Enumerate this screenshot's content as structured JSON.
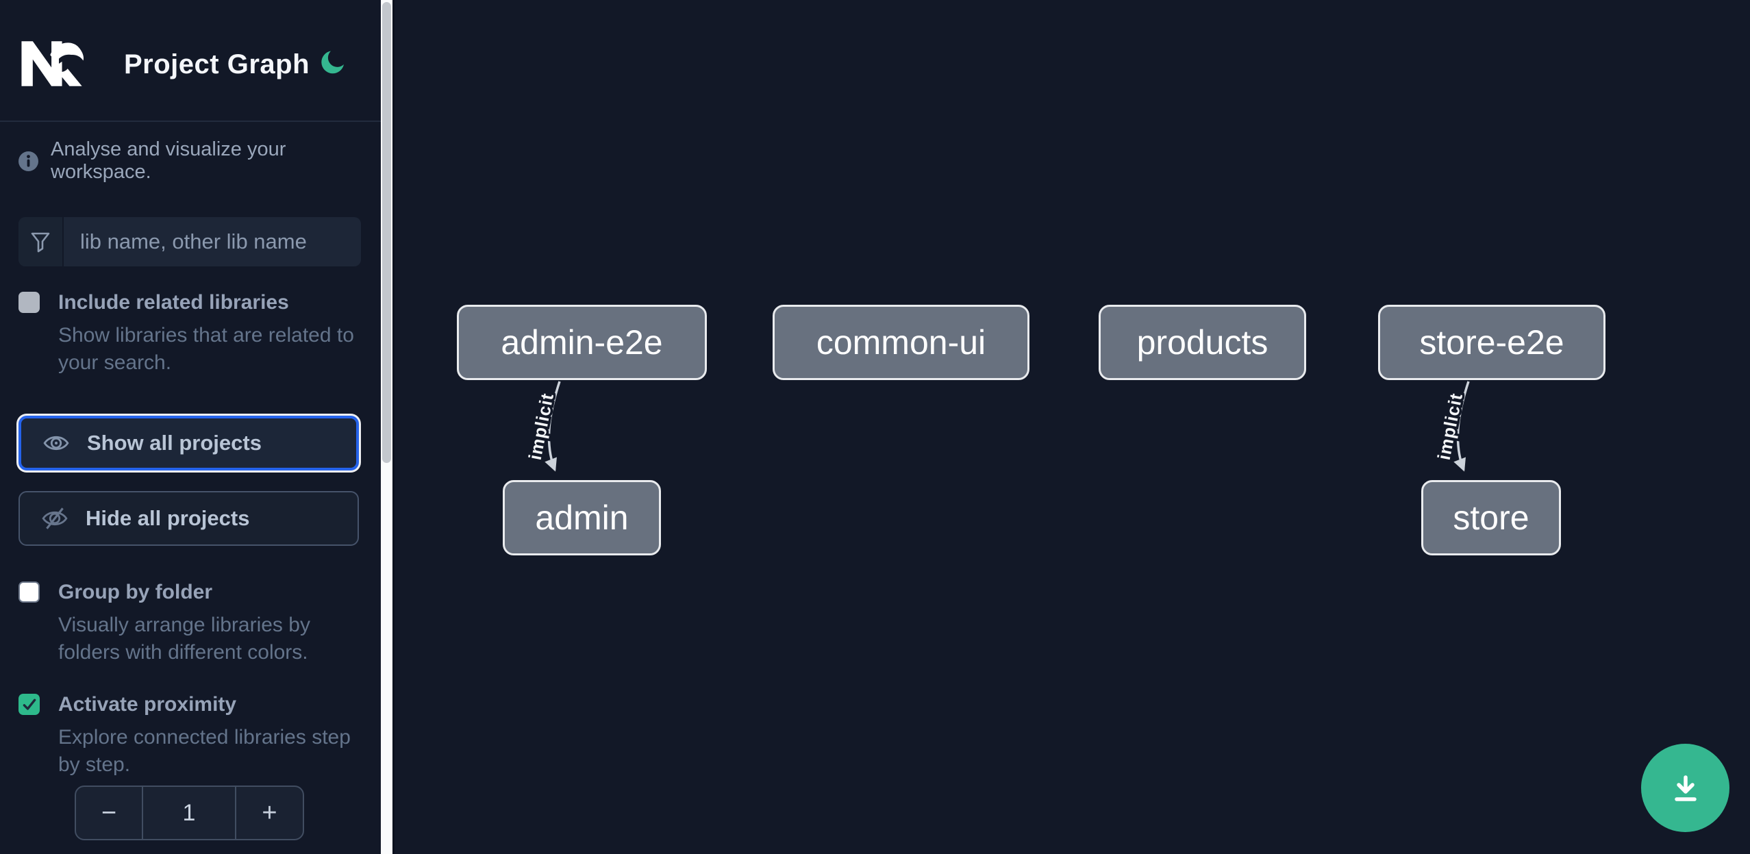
{
  "header": {
    "app_name": "Nx",
    "title": "Project Graph",
    "theme_toggle_icon": "moon-icon",
    "theme_color": "#35b790"
  },
  "sidebar": {
    "info_text": "Analyse and visualize your workspace.",
    "info_icon": "info-circle-icon",
    "filter": {
      "icon": "funnel-icon",
      "placeholder": "lib name, other lib name",
      "value": ""
    },
    "include_related": {
      "label": "Include related libraries",
      "description": "Show libraries that are related to your search.",
      "checked": false,
      "enabled": false
    },
    "show_all": {
      "label": "Show all projects",
      "icon": "eye-icon",
      "focused": true
    },
    "hide_all": {
      "label": "Hide all projects",
      "icon": "eye-off-icon"
    },
    "group_by_folder": {
      "label": "Group by folder",
      "description": "Visually arrange libraries by folders with different colors.",
      "checked": false
    },
    "activate_proximity": {
      "label": "Activate proximity",
      "description": "Explore connected libraries step by step.",
      "checked": true
    },
    "proximity_stepper": {
      "decrement": "−",
      "value": "1",
      "increment": "+"
    }
  },
  "graph": {
    "nodes": [
      {
        "label": "admin-e2e"
      },
      {
        "label": "common-ui"
      },
      {
        "label": "products"
      },
      {
        "label": "store-e2e"
      },
      {
        "label": "admin"
      },
      {
        "label": "store"
      }
    ],
    "edges": [
      {
        "source": "admin-e2e",
        "target": "admin",
        "label": "implicit"
      },
      {
        "source": "store-e2e",
        "target": "store",
        "label": "implicit"
      }
    ]
  },
  "fab": {
    "icon": "download-icon",
    "color": "#35b790"
  },
  "colors": {
    "background": "#121827",
    "accent_green": "#35b790",
    "checkbox_green": "#2eb98b",
    "focus_blue": "#2563eb",
    "node_fill": "#68717f",
    "node_border": "#e9ebee",
    "edge": "#cdd3db"
  }
}
